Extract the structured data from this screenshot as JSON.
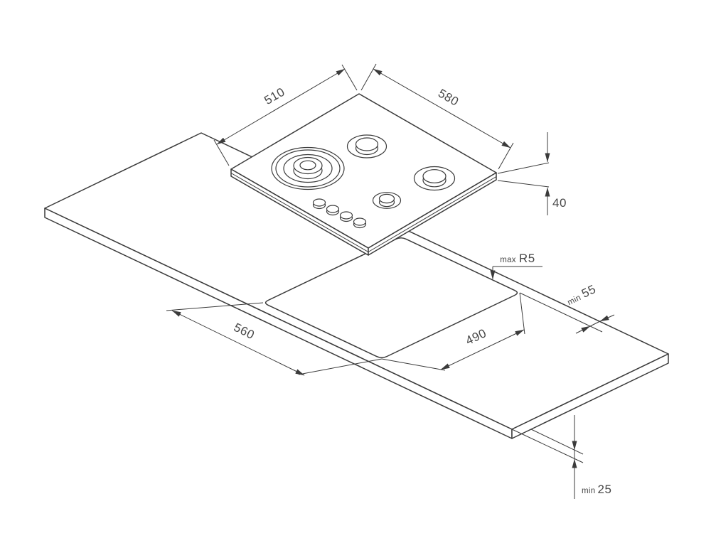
{
  "diagram": {
    "colors": {
      "line": "#3b3b3b",
      "text": "#474747",
      "background": "#ffffff"
    },
    "hob": {
      "burner_count": 4,
      "knob_count": 4
    }
  },
  "labels": {
    "hob_depth": "510",
    "hob_width": "580",
    "hob_height": "40",
    "cutout_width": "560",
    "cutout_depth": "490",
    "corner_radius": {
      "prefix": "max",
      "value": "R5"
    },
    "rear_clearance": {
      "prefix": "min",
      "value": "55"
    },
    "front_clearance": {
      "prefix": "min",
      "value": "25"
    }
  }
}
